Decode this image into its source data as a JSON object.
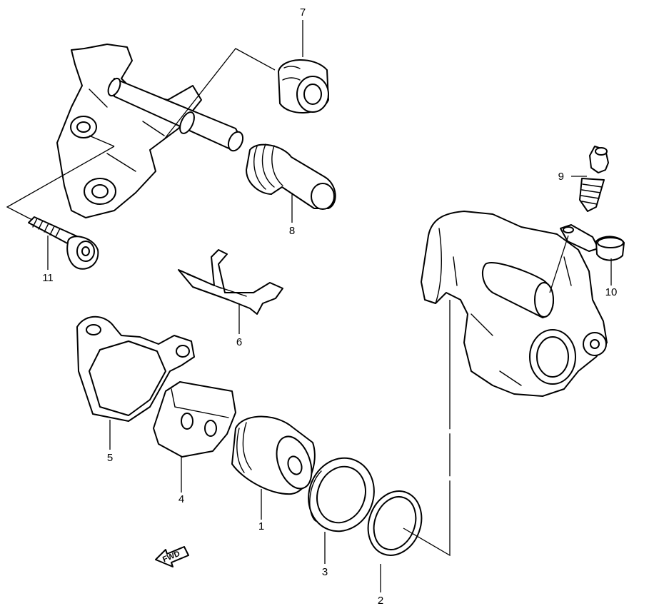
{
  "callouts": {
    "c1": "1",
    "c2": "2",
    "c3": "3",
    "c4": "4",
    "c5": "5",
    "c6": "6",
    "c7": "7",
    "c8": "8",
    "c9": "9",
    "c10": "10",
    "c11": "11"
  },
  "direction_badge": {
    "text": "FWD"
  },
  "colors": {
    "line": "#000000",
    "background": "#ffffff"
  }
}
